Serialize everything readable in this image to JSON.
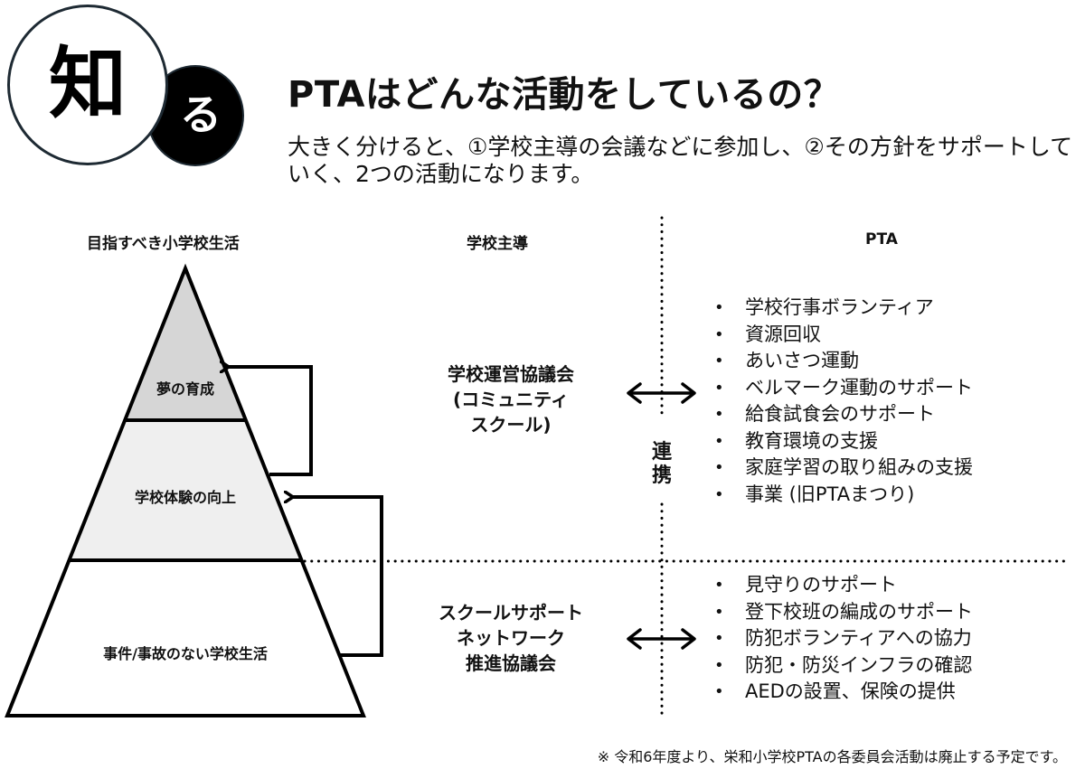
{
  "badge": {
    "kanji": "知",
    "kana": "る"
  },
  "header": {
    "title": "PTAはどんな活動をしているの？",
    "intro": "大きく分けると、①学校主導の会議などに参加し、②その方針をサポートしていく、2つの活動になります。"
  },
  "columns": {
    "goal": "目指すべき小学校生活",
    "school": "学校主導",
    "pta": "PTA"
  },
  "pyramid": {
    "levels": [
      {
        "label": "夢の育成",
        "fill": "#d6d6d6"
      },
      {
        "label": "学校体験の向上",
        "fill": "#efefef"
      },
      {
        "label": "事件/事故のない学校生活",
        "fill": "#ffffff"
      }
    ]
  },
  "school_bodies": {
    "upper": [
      "学校運営協議会",
      "(コミュニティ",
      "スクール)"
    ],
    "lower": [
      "スクールサポート",
      "ネットワーク",
      "推進協議会"
    ]
  },
  "link_label": [
    "連",
    "携"
  ],
  "pta_activities": {
    "upper": [
      "学校行事ボランティア",
      "資源回収",
      "あいさつ運動",
      "ベルマーク運動のサポート",
      "給食試食会のサポート",
      "教育環境の支援",
      "家庭学習の取り組みの支援",
      "事業 (旧PTAまつり)"
    ],
    "lower": [
      "見守りのサポート",
      "登下校班の編成のサポート",
      "防犯ボランティアへの協力",
      "防犯・防災インフラの確認",
      "AEDの設置、保険の提供"
    ]
  },
  "footnote": "※ 令和6年度より、栄和小学校PTAの各委員会活動は廃止する予定です。"
}
